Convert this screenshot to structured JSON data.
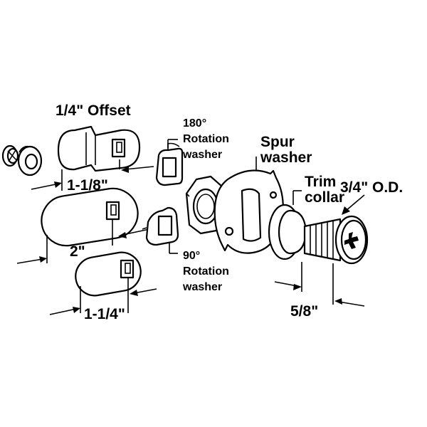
{
  "labels": {
    "offset": "1/4\" Offset",
    "rot180_a": "180°",
    "rot180_b": "Rotation",
    "rot180_c": "washer",
    "spur_a": "Spur",
    "spur_b": "washer",
    "trim_a": "Trim",
    "trim_b": "collar",
    "od": "3/4\" O.D.",
    "rot90_a": "90°",
    "rot90_b": "Rotation",
    "rot90_c": "washer",
    "dim_1_1_8": "1-1/8\"",
    "dim_2": "2\"",
    "dim_1_1_4": "1-1/4\"",
    "dim_5_8": "5/8\""
  },
  "colors": {
    "ink": "#000000",
    "paper": "#ffffff"
  }
}
